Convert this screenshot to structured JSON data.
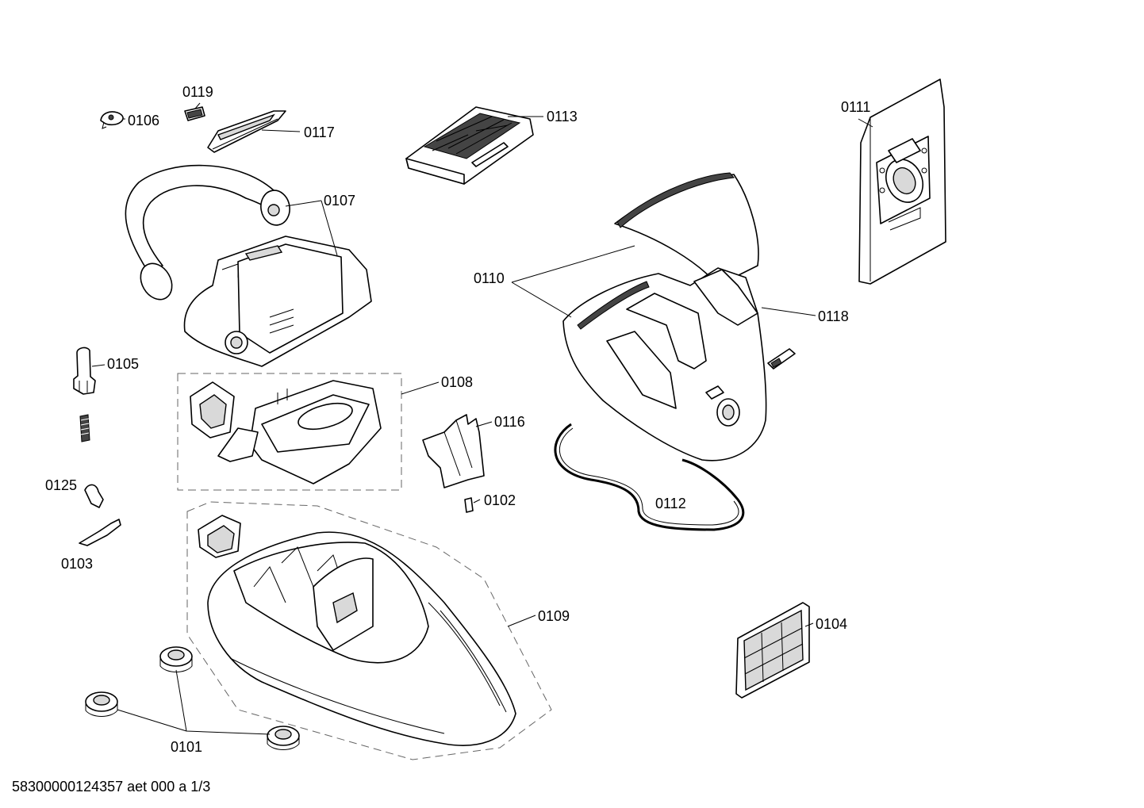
{
  "parts": [
    {
      "id": "0101",
      "label": "0101"
    },
    {
      "id": "0102",
      "label": "0102"
    },
    {
      "id": "0103",
      "label": "0103"
    },
    {
      "id": "0104",
      "label": "0104"
    },
    {
      "id": "0105",
      "label": "0105"
    },
    {
      "id": "0106",
      "label": "0106"
    },
    {
      "id": "0107",
      "label": "0107"
    },
    {
      "id": "0108",
      "label": "0108"
    },
    {
      "id": "0109",
      "label": "0109"
    },
    {
      "id": "0110",
      "label": "0110"
    },
    {
      "id": "0111",
      "label": "0111"
    },
    {
      "id": "0112",
      "label": "0112"
    },
    {
      "id": "0113",
      "label": "0113"
    },
    {
      "id": "0116",
      "label": "0116"
    },
    {
      "id": "0117",
      "label": "0117"
    },
    {
      "id": "0118",
      "label": "0118"
    },
    {
      "id": "0119",
      "label": "0119"
    },
    {
      "id": "0125",
      "label": "0125"
    }
  ],
  "footer": "58300000124357 aet 000 a 1/3"
}
